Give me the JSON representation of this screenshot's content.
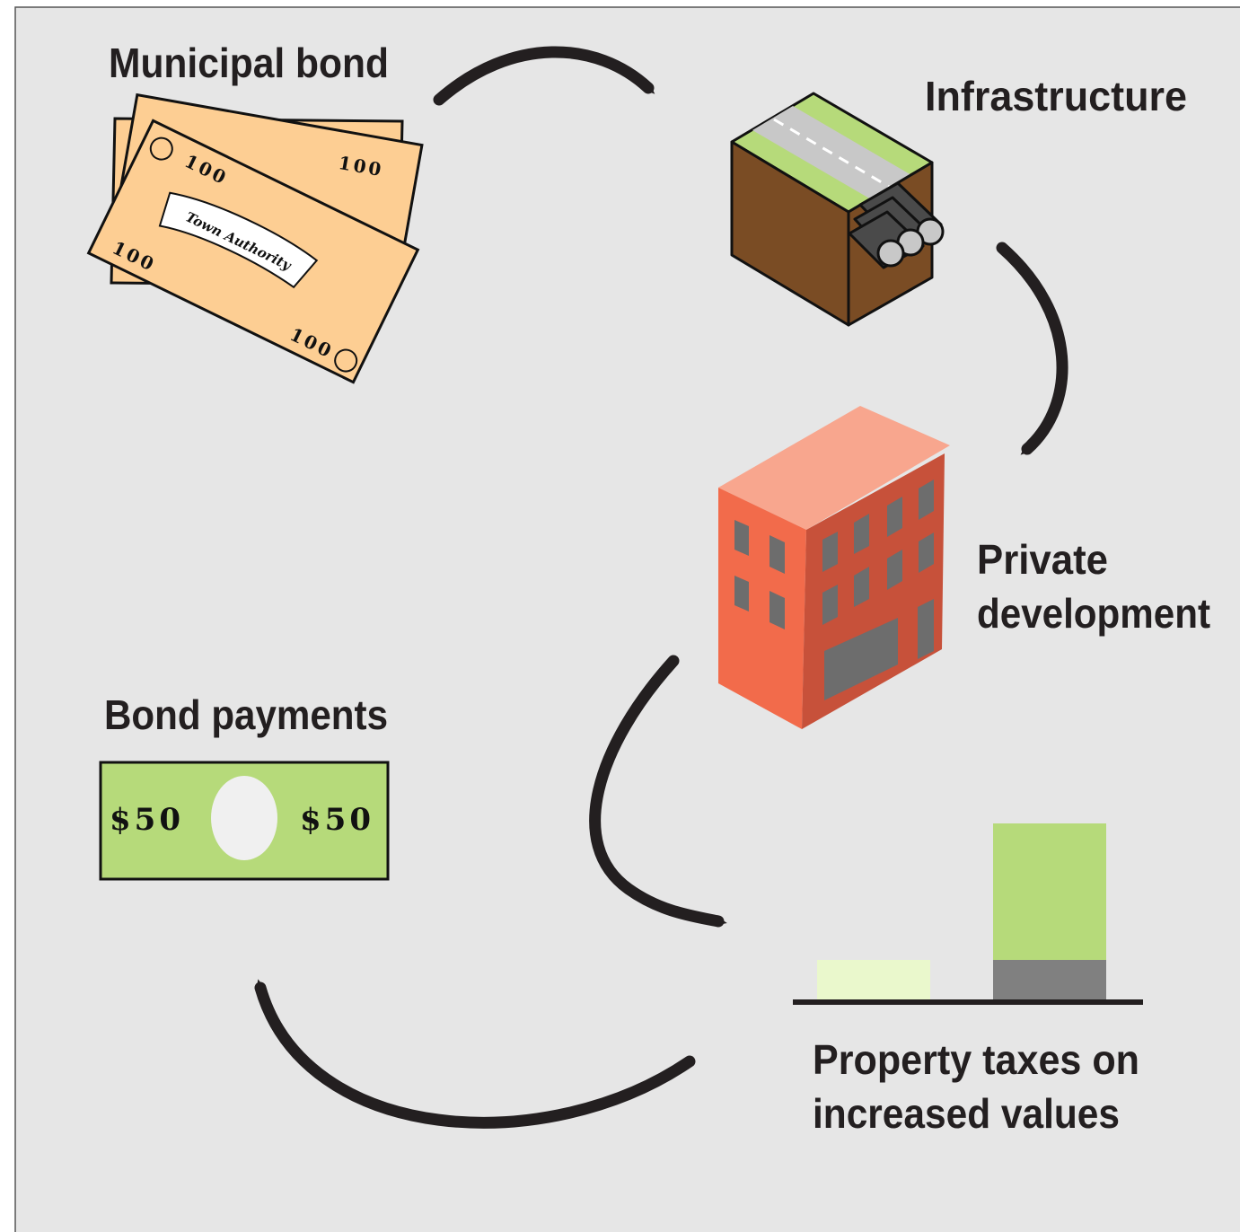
{
  "colors": {
    "background": "#e6e6e6",
    "ink": "#231f20",
    "bond_note": "#fdce93",
    "grass": "#b6da7a",
    "road": "#c8c8c8",
    "soil": "#7a4c24",
    "pipe": "#4a4a4a",
    "building_front": "#f26b4b",
    "building_side": "#c7513a",
    "building_roof": "#f8a68e",
    "window": "#6d6d6d",
    "dollar_green": "#b6da7a",
    "bar_before": "#eaf8cc",
    "bar_after": "#b6da7a",
    "bar_base": "#808080"
  },
  "labels": {
    "municipal_bond": "Municipal bond",
    "infrastructure": "Infrastructure",
    "private_development": [
      "Private",
      "development"
    ],
    "bond_payments": "Bond payments",
    "property_taxes": [
      "Property taxes on",
      "increased values"
    ]
  },
  "bond_notes": {
    "denomination": "100",
    "issuer": "Town Authority"
  },
  "payment_note": {
    "denomination": "$50"
  },
  "icons": [
    "bond-notes-icon",
    "infrastructure-block-icon",
    "building-icon",
    "fifty-dollar-bill-icon",
    "tax-bar-icon",
    "arrow-icon"
  ]
}
